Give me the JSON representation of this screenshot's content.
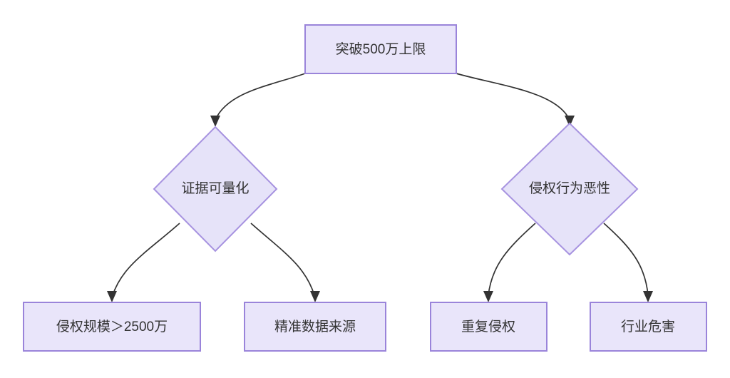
{
  "diagram": {
    "type": "flowchart",
    "background_color": "#ffffff",
    "node_fill_color": "#e9e5fa",
    "node_border_color": "#9a84da",
    "edge_color": "#333333",
    "text_color": "#333333",
    "nodes": [
      {
        "id": "root",
        "shape": "rect",
        "label": "突破500万上限"
      },
      {
        "id": "branch_l",
        "shape": "diamond",
        "label": "证据可量化"
      },
      {
        "id": "branch_r",
        "shape": "diamond",
        "label": "侵权行为恶性"
      },
      {
        "id": "leaf_1",
        "shape": "rect",
        "label": "侵权规模＞2500万"
      },
      {
        "id": "leaf_2",
        "shape": "rect",
        "label": "精准数据来源"
      },
      {
        "id": "leaf_3",
        "shape": "rect",
        "label": "重复侵权"
      },
      {
        "id": "leaf_4",
        "shape": "rect",
        "label": "行业危害"
      }
    ],
    "edges": [
      {
        "from": "root",
        "to": "branch_l"
      },
      {
        "from": "root",
        "to": "branch_r"
      },
      {
        "from": "branch_l",
        "to": "leaf_1"
      },
      {
        "from": "branch_l",
        "to": "leaf_2"
      },
      {
        "from": "branch_r",
        "to": "leaf_3"
      },
      {
        "from": "branch_r",
        "to": "leaf_4"
      }
    ]
  }
}
